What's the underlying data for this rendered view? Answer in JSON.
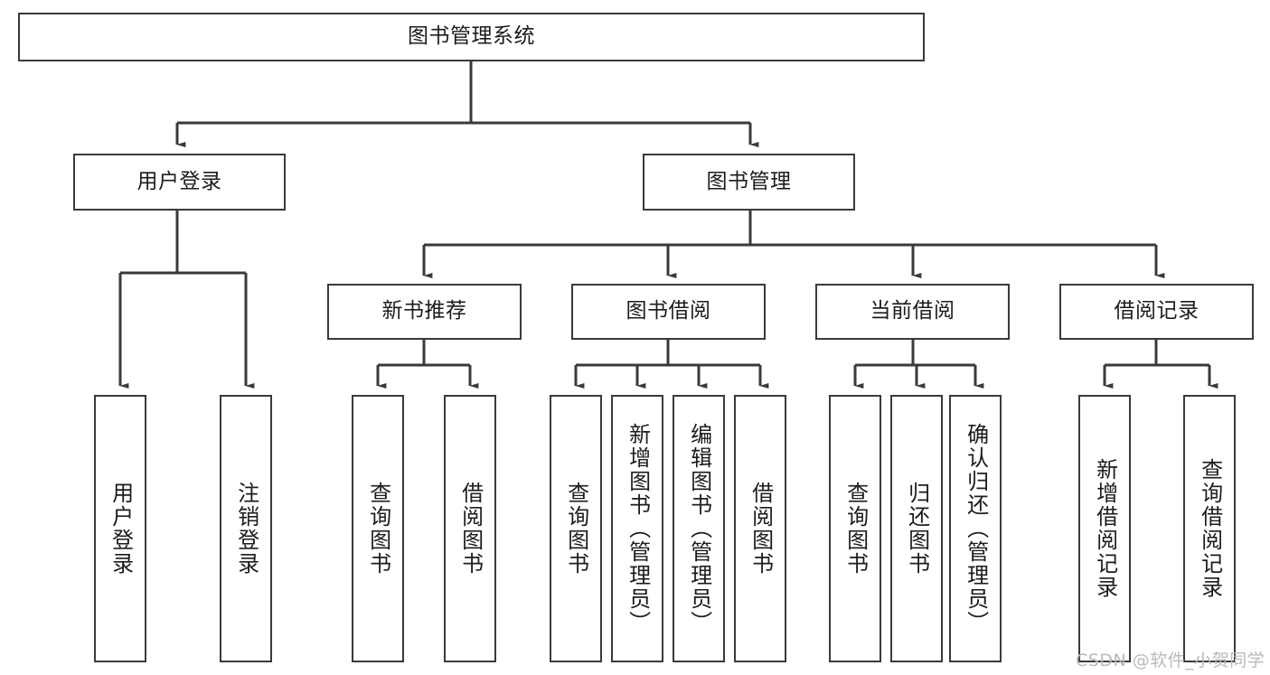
{
  "diagram": {
    "title": "图书管理系统",
    "type": "tree-hierarchy-chart",
    "orientation": "top-down",
    "colors": {
      "box_border": "#3a3a3a",
      "box_fill": "#ffffff",
      "edge": "#3a3a3a",
      "text": "#1c1c1c",
      "watermark": "#b9b9b9",
      "background": "#ffffff"
    }
  },
  "root": {
    "label": "图书管理系统"
  },
  "level2": [
    {
      "label": "用户登录"
    },
    {
      "label": "图书管理"
    }
  ],
  "level3": [
    {
      "label": "新书推荐"
    },
    {
      "label": "图书借阅"
    },
    {
      "label": "当前借阅"
    },
    {
      "label": "借阅记录"
    }
  ],
  "leaves": {
    "user_login": [
      {
        "label": "用户登录"
      },
      {
        "label": "注销登录"
      }
    ],
    "new_book_recommend": [
      {
        "label": "查询图书"
      },
      {
        "label": "借阅图书"
      }
    ],
    "book_borrow": [
      {
        "label": "查询图书"
      },
      {
        "label": "新增图书（管理员）"
      },
      {
        "label": "编辑图书（管理员）"
      },
      {
        "label": "借阅图书"
      }
    ],
    "current_borrow": [
      {
        "label": "查询图书"
      },
      {
        "label": "归还图书"
      },
      {
        "label": "确认归还（管理员）"
      }
    ],
    "borrow_record": [
      {
        "label": "新增借阅记录"
      },
      {
        "label": "查询借阅记录"
      }
    ]
  },
  "watermark": {
    "text": "CSDN @软件_小贺同学"
  }
}
